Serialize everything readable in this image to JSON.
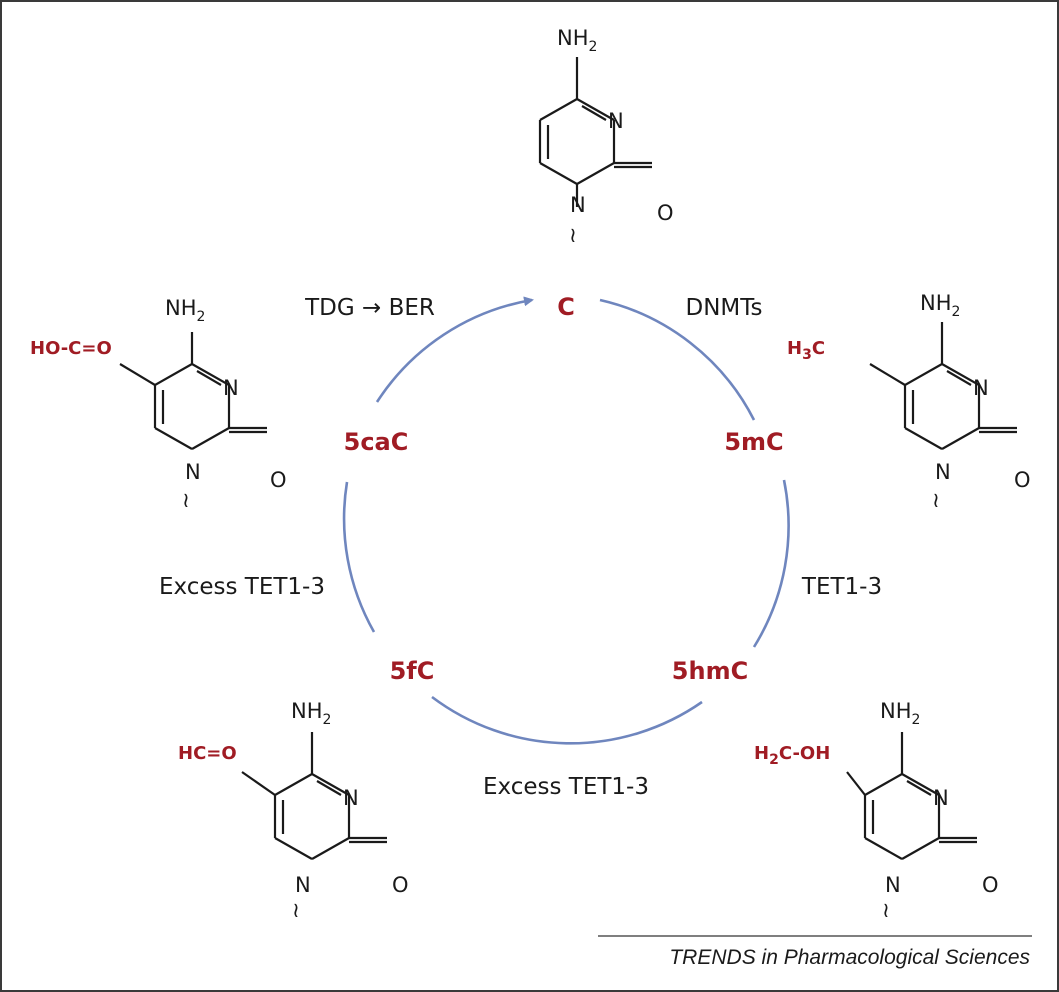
{
  "structure_atoms": {
    "amino_group": "NH",
    "amino_subscript": "2",
    "ring_nitrogen": "N",
    "carbonyl_oxygen": "O",
    "wavy_link": "≀"
  },
  "substituents": {
    "carboxyl": "HO-C=O",
    "methyl_main": "H",
    "methyl_subscript": "3",
    "methyl_tail": "C",
    "formyl": "HC=O",
    "hydroxymethyl_main": "H",
    "hydroxymethyl_subscript": "2",
    "hydroxymethyl_tail": "C-OH"
  },
  "cycle_labels": {
    "c": "C",
    "five_mc": "5mC",
    "five_hmc": "5hmC",
    "five_fc": "5fC",
    "five_cac": "5caC"
  },
  "enzyme_labels": {
    "dnmts": "DNMTs",
    "tet_1": "TET1-3",
    "tet_2": "Excess TET1-3",
    "tet_3": "Excess TET1-3",
    "tdg_ber": "TDG → BER"
  },
  "colors": {
    "accent_red": "#a01c24",
    "arc_blue": "#6f86be",
    "ink": "#1a1a1a"
  },
  "footer": {
    "credit": "TRENDS in Pharmacological Sciences"
  }
}
